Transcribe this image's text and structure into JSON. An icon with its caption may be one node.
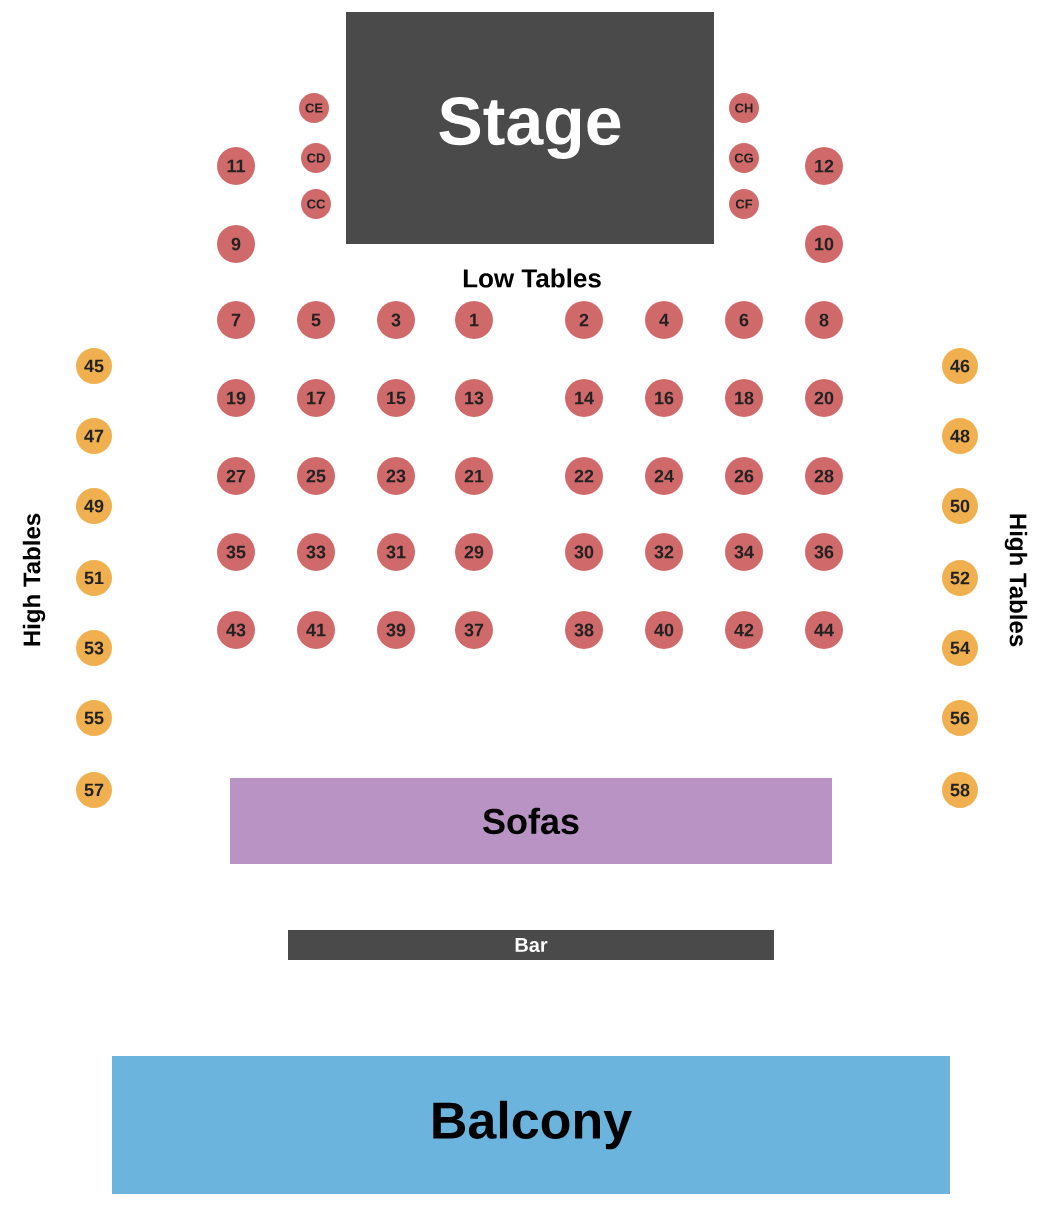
{
  "diagram": {
    "nodes": [
      {
        "text": [
          "Stage"
        ]
      },
      {
        "text": [
          "CE"
        ]
      },
      {
        "text": [
          "CH"
        ]
      },
      {
        "text": [
          "11"
        ]
      },
      {
        "text": [
          "CD"
        ]
      },
      {
        "text": [
          "CG"
        ]
      },
      {
        "text": [
          "12"
        ]
      },
      {
        "text": [
          "CC"
        ]
      },
      {
        "text": [
          "CF"
        ]
      },
      {
        "text": [
          "9"
        ]
      },
      {
        "text": [
          "10"
        ]
      },
      {
        "text": [
          "7"
        ]
      },
      {
        "text": [
          "5"
        ]
      },
      {
        "text": [
          "3"
        ]
      },
      {
        "text": [
          "1"
        ]
      },
      {
        "text": [
          "2"
        ]
      },
      {
        "text": [
          "4"
        ]
      },
      {
        "text": [
          "6"
        ]
      },
      {
        "text": [
          "8"
        ]
      },
      {
        "text": [
          "45"
        ]
      },
      {
        "text": [
          "46"
        ]
      },
      {
        "text": [
          "19"
        ]
      },
      {
        "text": [
          "17"
        ]
      },
      {
        "text": [
          "15"
        ]
      },
      {
        "text": [
          "13"
        ]
      },
      {
        "text": [
          "14"
        ]
      },
      {
        "text": [
          "16"
        ]
      },
      {
        "text": [
          "18"
        ]
      },
      {
        "text": [
          "20"
        ]
      },
      {
        "text": [
          "47"
        ]
      },
      {
        "text": [
          "48"
        ]
      },
      {
        "text": [
          "27"
        ]
      },
      {
        "text": [
          "25"
        ]
      },
      {
        "text": [
          "23"
        ]
      },
      {
        "text": [
          "21"
        ]
      },
      {
        "text": [
          "22"
        ]
      },
      {
        "text": [
          "24"
        ]
      },
      {
        "text": [
          "26"
        ]
      },
      {
        "text": [
          "28"
        ]
      },
      {
        "text": [
          "49"
        ]
      },
      {
        "text": [
          "50"
        ]
      },
      {
        "text": [
          "35"
        ]
      },
      {
        "text": [
          "33"
        ]
      },
      {
        "text": [
          "31"
        ]
      },
      {
        "text": [
          "29"
        ]
      },
      {
        "text": [
          "30"
        ]
      },
      {
        "text": [
          "32"
        ]
      },
      {
        "text": [
          "34"
        ]
      },
      {
        "text": [
          "36"
        ]
      },
      {
        "text": [
          "51"
        ]
      },
      {
        "text": [
          "52"
        ]
      },
      {
        "text": [
          "43"
        ]
      },
      {
        "text": [
          "41"
        ]
      },
      {
        "text": [
          "39"
        ]
      },
      {
        "text": [
          "37"
        ]
      },
      {
        "text": [
          "38"
        ]
      },
      {
        "text": [
          "40"
        ]
      },
      {
        "text": [
          "42"
        ]
      },
      {
        "text": [
          "44"
        ]
      },
      {
        "text": [
          "53"
        ]
      },
      {
        "text": [
          "54"
        ]
      },
      {
        "text": [
          "55"
        ]
      },
      {
        "text": [
          "56"
        ]
      },
      {
        "text": [
          "57"
        ]
      },
      {
        "text": [
          "58"
        ]
      },
      {
        "text": [
          "Sofas"
        ]
      },
      {
        "text": [
          "Bar"
        ]
      },
      {
        "text": [
          "Balcony"
        ]
      }
    ],
    "labels": [
      "Low Tables",
      "High Tables",
      "High Tables"
    ]
  }
}
